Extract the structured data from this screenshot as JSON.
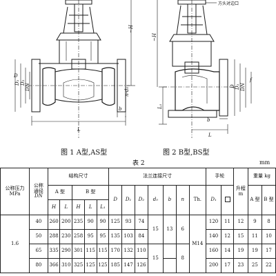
{
  "figures": {
    "fig1_caption": "图 1 A型,AS型",
    "fig2_caption": "图 2 B型,BS型",
    "fig2_callout": "方头对边口",
    "dims_fig1": {
      "H": "~H",
      "D": "D",
      "D1": "D₁",
      "D2": "D₂",
      "DN": "DN",
      "d0": "n-d₀",
      "L": "L",
      "b": "b"
    },
    "dims_fig2": {
      "H": "~H",
      "L1": "L₁",
      "D": "D",
      "D1": "D₁",
      "DN": "DN",
      "f": "f",
      "b": "b",
      "L": "L"
    }
  },
  "table_title": "表 2",
  "unit": "mm",
  "headers": {
    "pressure": "公称压力",
    "pressure_unit": "MPa",
    "dn_top": "公称",
    "dn_mid": "通径",
    "dn_sym": "DN",
    "struct": "结构尺寸",
    "type_a": "A 型",
    "type_b": "B 型",
    "flange": "法兰连接尺寸",
    "handwheel": "手轮",
    "lift": "升程",
    "lift_sym": "m",
    "weight": "重量 kg",
    "weight_a": "A 型",
    "weight_b": "B 型",
    "cols": [
      "H",
      "L",
      "H",
      "L",
      "L₁",
      "D",
      "D₁",
      "D₂",
      "d₀",
      "b",
      "n",
      "Th.",
      "D₁"
    ]
  },
  "pressure_value": "1.6",
  "rows": [
    {
      "dn": "40",
      "h_a": "260",
      "l_a": "200",
      "h_b": "235",
      "l_b": "90",
      "l1": "90",
      "d": "125",
      "d1": "93",
      "d2": "74",
      "dw": "120",
      "sq": "11",
      "m": "12",
      "wa": "9",
      "wb": "8"
    },
    {
      "dn": "50",
      "h_a": "288",
      "l_a": "230",
      "h_b": "258",
      "l_b": "95",
      "l1": "95",
      "d": "135",
      "d1": "103",
      "d2": "84",
      "dw": "140",
      "sq": "12",
      "m": "15",
      "wa": "11",
      "wb": "10"
    },
    {
      "dn": "65",
      "h_a": "335",
      "l_a": "290",
      "h_b": "301",
      "l_b": "115",
      "l1": "115",
      "d": "170",
      "d1": "132",
      "d2": "110",
      "dw": "160",
      "sq": "14",
      "m": "19",
      "wa": "19",
      "wb": "17"
    },
    {
      "dn": "80",
      "h_a": "366",
      "l_a": "310",
      "h_b": "325",
      "l_b": "125",
      "l1": "125",
      "d": "185",
      "d1": "147",
      "d2": "126",
      "dw": "200",
      "sq": "17",
      "m": "23",
      "wa": "25",
      "wb": "22"
    }
  ],
  "merged": {
    "d0_a": "15",
    "b_a": "13",
    "n_a": "6",
    "th": "M14",
    "d0_b": "15",
    "n_b": "8"
  }
}
